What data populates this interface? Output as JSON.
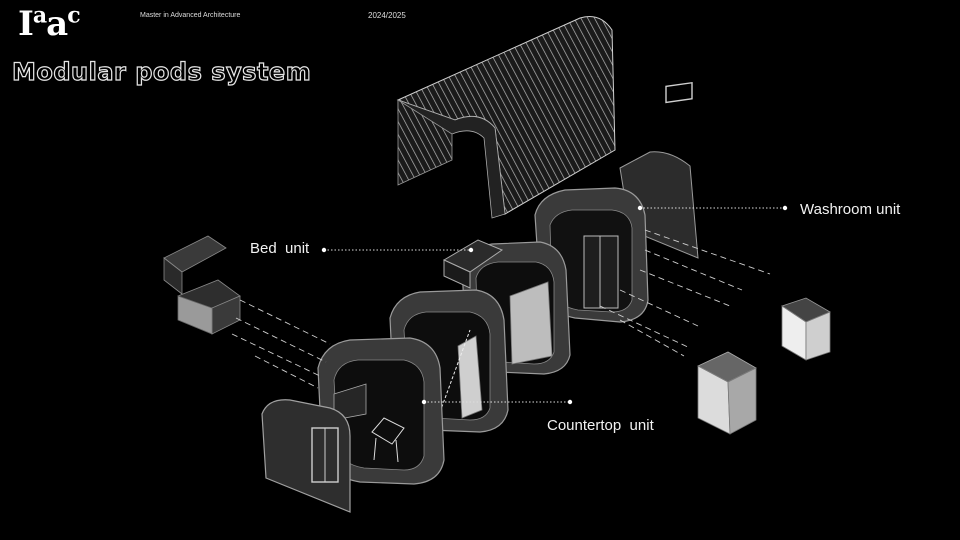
{
  "header": {
    "logo_text": "Iaac",
    "program": "Master in Advanced Architecture",
    "year": "2024/2025"
  },
  "title": "Modular pods system",
  "labels": {
    "bed": "Bed  unit",
    "washroom": "Washroom unit",
    "countertop": "Countertop  unit"
  },
  "colors": {
    "background": "#000000",
    "pod_shell": "#3a3a3a",
    "pod_edge": "#9a9a9a",
    "panel_light": "#bdbdbd",
    "leader_line": "#dddddd"
  }
}
